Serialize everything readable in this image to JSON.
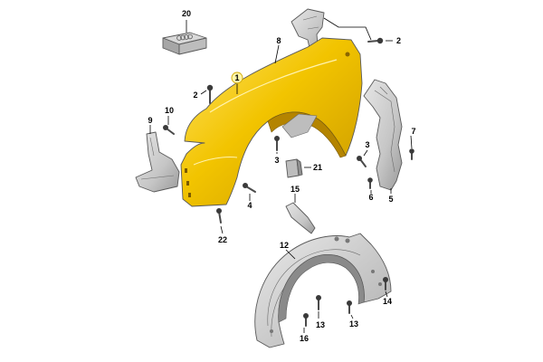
{
  "diagram": {
    "highlight_color": "#f0c000",
    "part_color": "#cfcfcf",
    "callouts": {
      "c1": "1",
      "c2a": "2",
      "c2b": "2",
      "c3a": "3",
      "c3b": "3",
      "c4": "4",
      "c5": "5",
      "c6": "6",
      "c7": "7",
      "c8": "8",
      "c9": "9",
      "c10": "10",
      "c12": "12",
      "c13a": "13",
      "c13b": "13",
      "c14": "14",
      "c15": "15",
      "c16": "16",
      "c20": "20",
      "c21": "21",
      "c22": "22"
    }
  }
}
